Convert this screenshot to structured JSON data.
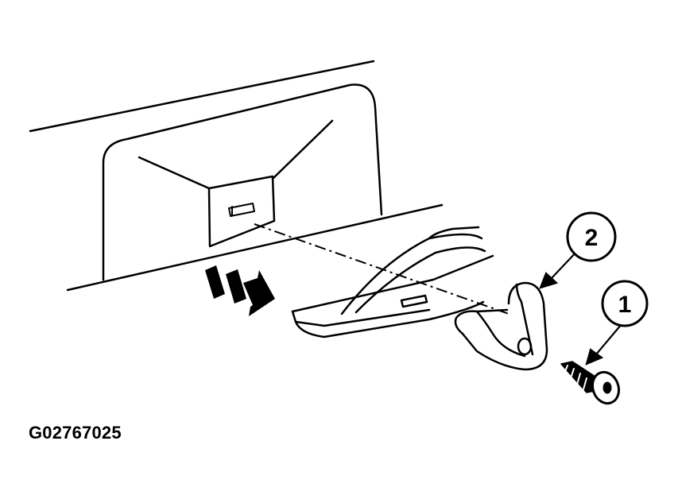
{
  "figure": {
    "code": "G02767025",
    "callouts": [
      {
        "id": "1",
        "label": "1"
      },
      {
        "id": "2",
        "label": "2"
      }
    ]
  },
  "colors": {
    "ink": "#000000",
    "paper": "#ffffff"
  }
}
